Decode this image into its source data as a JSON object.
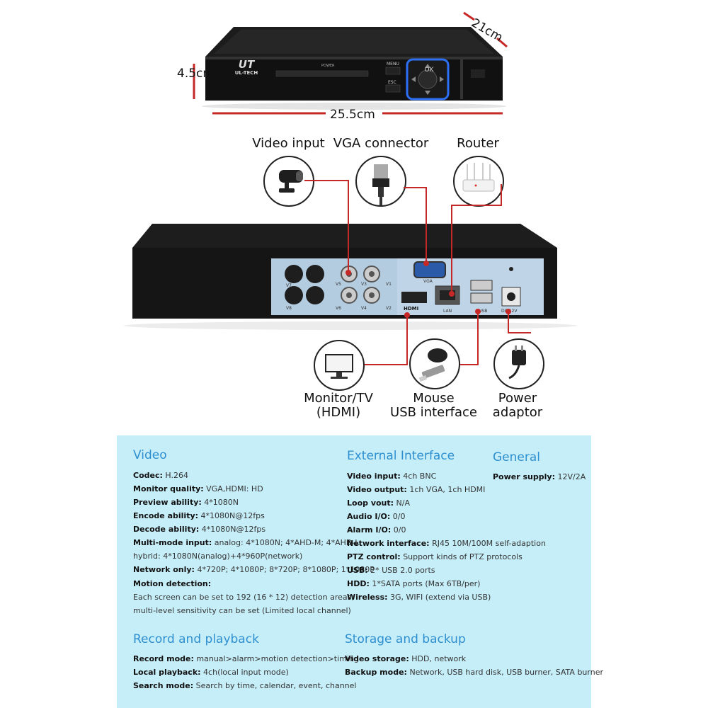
{
  "dimensions": {
    "height": "4.5cm",
    "depth": "21cm",
    "width": "25.5cm"
  },
  "front_panel": {
    "brand_line1": "UT",
    "brand_line2": "UL-TECH",
    "menu_button": "MENU",
    "esc_button": "ESC",
    "ok_button": "OK",
    "power_led": "POWER"
  },
  "connections": {
    "video_input": "Video input",
    "vga_connector": "VGA connector",
    "router": "Router",
    "monitor_line1": "Monitor/TV",
    "monitor_line2": "(HDMI)",
    "mouse_line1": "Mouse",
    "mouse_line2": "USB interface",
    "power_line1": "Power",
    "power_line2": "adaptor"
  },
  "rear_panel": {
    "ports": [
      "V7",
      "V5",
      "V3",
      "V1",
      "V8",
      "V6",
      "V4",
      "V2"
    ],
    "vga": "VGA",
    "hdmi": "HDMI",
    "lan": "LAN",
    "usb": "USB",
    "dc": "DC 12V"
  },
  "specs": {
    "video": {
      "title": "Video",
      "codec_label": "Codec:",
      "codec": "H.264",
      "monitor_label": "Monitor quality:",
      "monitor": "VGA,HDMI: HD",
      "preview_label": "Preview ability:",
      "preview": "4*1080N",
      "encode_label": "Encode ability:",
      "encode": "4*1080N@12fps",
      "decode_label": "Decode ability:",
      "decode": "4*1080N@12fps",
      "multimode_label": "Multi-mode input:",
      "multimode": "analog: 4*1080N; 4*AHD-M; 4*AHD-L",
      "multimode2": "hybrid: 4*1080N(analog)+4*960P(network)",
      "network_label": "Network only:",
      "network": "4*720P; 4*1080P; 8*720P; 8*1080P; 1*1080P",
      "motion_label": "Motion detection:",
      "motion1": "Each screen can be set to 192 (16 * 12) detection areas;",
      "motion2": "multi-level sensitivity can be set (Limited local channel)"
    },
    "external": {
      "title": "External Interface",
      "video_in_label": "Video input:",
      "video_in": "4ch BNC",
      "video_out_label": "Video output:",
      "video_out": "1ch VGA, 1ch HDMI",
      "loop_label": "Loop vout:",
      "loop": "N/A",
      "audio_label": "Audio I/O:",
      "audio": "0/0",
      "alarm_label": "Alarm I/O:",
      "alarm": "0/0",
      "netif_label": "Network interface:",
      "netif": "RJ45 10M/100M self-adaption",
      "ptz_label": "PTZ control:",
      "ptz": "Support kinds of PTZ protocols",
      "usb_label": "USB:",
      "usb": "2* USB 2.0 ports",
      "hdd_label": "HDD:",
      "hdd": "1*SATA ports (Max 6TB/per)",
      "wireless_label": "Wireless:",
      "wireless": "3G, WIFI (extend via USB)"
    },
    "general": {
      "title": "General",
      "power_label": "Power supply:",
      "power": "12V/2A"
    },
    "record": {
      "title": "Record and playback",
      "mode_label": "Record mode:",
      "mode": "manual>alarm>motion detection>timing",
      "local_label": "Local playback:",
      "local": "4ch(local input mode)",
      "search_label": "Search mode:",
      "search": "Search by time, calendar, event, channel"
    },
    "storage": {
      "title": "Storage and backup",
      "video_label": "Video storage:",
      "video": "HDD, network",
      "backup_label": "Backup mode:",
      "backup": "Network, USB hard disk, USB burner, SATA burner"
    }
  }
}
